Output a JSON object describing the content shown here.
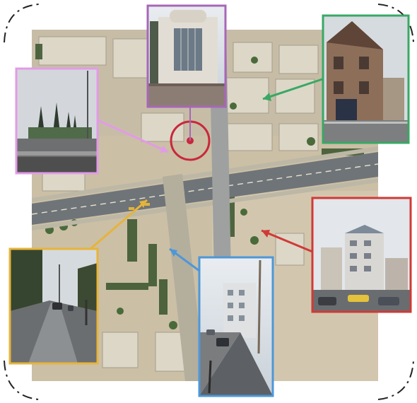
{
  "scene": {
    "background": "#ffffff",
    "aerial_palette": {
      "ground": "#cbbfa6",
      "road": "#6f7478",
      "roof": "#ddd7c8",
      "vegetation": "#3f5a33"
    },
    "center_marker_color": "#c8283a",
    "center_marker_caption": "",
    "photos": [
      {
        "id": "top",
        "subject": "entrance-building",
        "frame_color": "#a767b7"
      },
      {
        "id": "left",
        "subject": "tree-lined-square",
        "frame_color": "#e29be6"
      },
      {
        "id": "right",
        "subject": "residential-houses",
        "frame_color": "#39a864"
      },
      {
        "id": "mid-right",
        "subject": "apartment-blocks",
        "frame_color": "#d03a36"
      },
      {
        "id": "bottom",
        "subject": "street-with-cars",
        "frame_color": "#4d97d8"
      },
      {
        "id": "bottom-left",
        "subject": "wet-boulevard",
        "frame_color": "#e7b43a"
      }
    ]
  }
}
